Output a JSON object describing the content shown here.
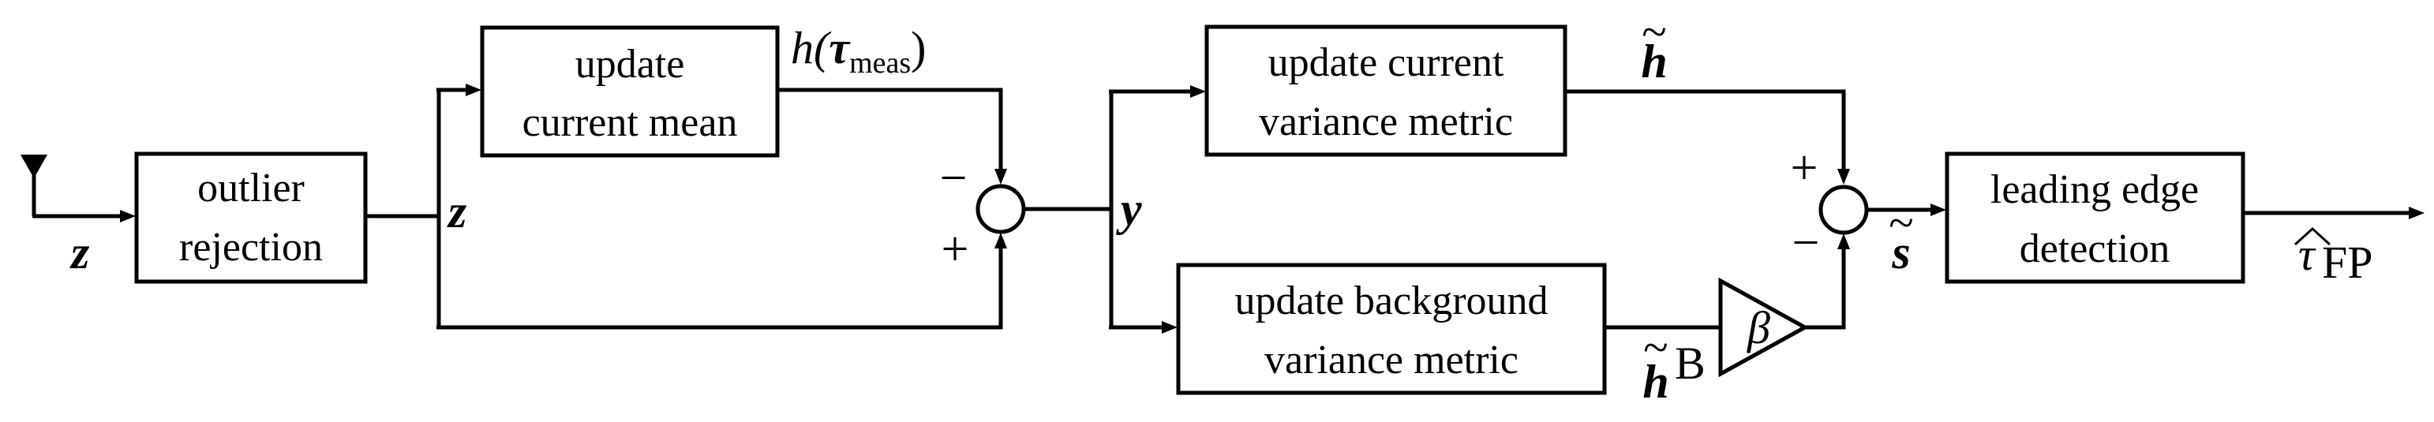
{
  "blocks": {
    "outlier": [
      "outlier",
      "rejection"
    ],
    "mean": [
      "update",
      "current mean"
    ],
    "cur_var": [
      "update current",
      "variance metric"
    ],
    "bg_var": [
      "update background",
      "variance metric"
    ],
    "leading": [
      "leading edge",
      "detection"
    ]
  },
  "gain": {
    "symbol": "β"
  },
  "signals": {
    "z_in": "z",
    "z_mid": "z",
    "y": "y",
    "h_meas_fn": "h(",
    "h_meas_tau": "τ",
    "h_meas_sub": "meas",
    "h_meas_close": ")",
    "h_tilde": "h",
    "tilde": "~",
    "h_b": "h",
    "h_b_sup": "B",
    "s_tilde": "s",
    "tau_out": "τ",
    "tau_out_sub": "FP",
    "hat": "^"
  },
  "signs": {
    "sum1_top": "−",
    "sum1_bottom": "+",
    "sum2_top": "+",
    "sum2_bottom": "−"
  },
  "icons": {
    "antenna": "antenna-icon"
  }
}
